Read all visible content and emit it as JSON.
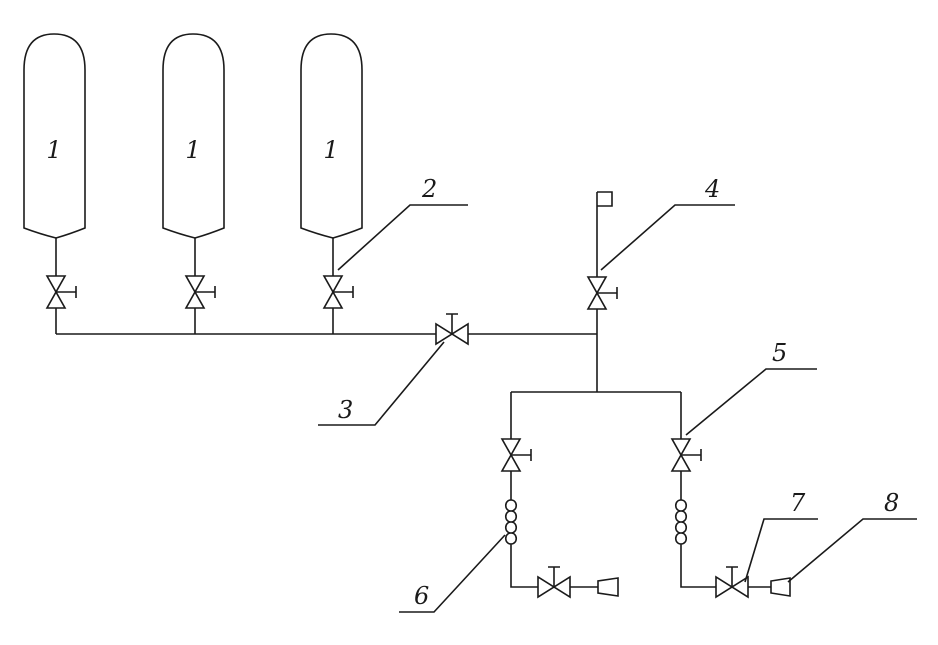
{
  "labels": {
    "cyl_1": "1",
    "cyl_2": "1",
    "cyl_3": "1",
    "valve_2": "2",
    "valve_3": "3",
    "valve_4": "4",
    "valve_5": "5",
    "coil_6": "6",
    "valve_7": "7",
    "outlet_8": "8"
  }
}
